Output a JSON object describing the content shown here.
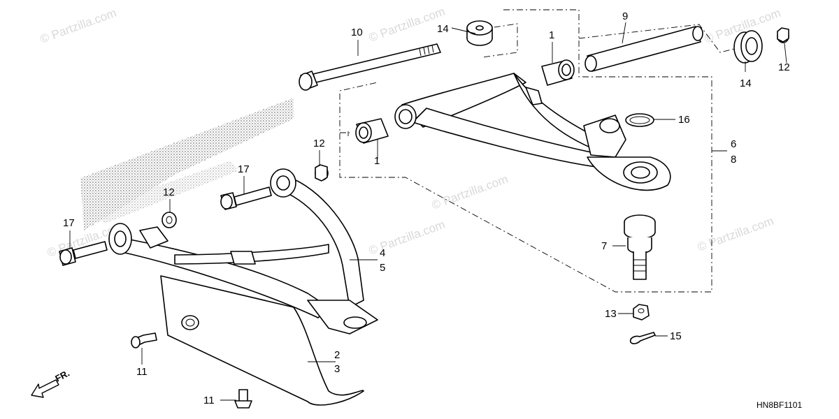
{
  "watermarks": [
    {
      "text": "© Partzilla.com"
    },
    {
      "text": "© Partzilla.com"
    },
    {
      "text": "© Partzilla.com"
    },
    {
      "text": "© Partzilla.com"
    },
    {
      "text": "© Partzilla.com"
    },
    {
      "text": "© Partzilla.com"
    },
    {
      "text": "© Partzilla.com"
    }
  ],
  "callouts": [
    {
      "label": "10"
    },
    {
      "label": "14"
    },
    {
      "label": "9"
    },
    {
      "label": "14"
    },
    {
      "label": "12"
    },
    {
      "label": "1"
    },
    {
      "label": "1"
    },
    {
      "label": "16"
    },
    {
      "label": "6"
    },
    {
      "label": "8"
    },
    {
      "label": "12"
    },
    {
      "label": "17"
    },
    {
      "label": "12"
    },
    {
      "label": "17"
    },
    {
      "label": "7"
    },
    {
      "label": "4"
    },
    {
      "label": "5"
    },
    {
      "label": "13"
    },
    {
      "label": "15"
    },
    {
      "label": "2"
    },
    {
      "label": "3"
    },
    {
      "label": "11"
    },
    {
      "label": "11"
    }
  ],
  "direction_label": "FR.",
  "diagram_code": "HN8BF1101"
}
